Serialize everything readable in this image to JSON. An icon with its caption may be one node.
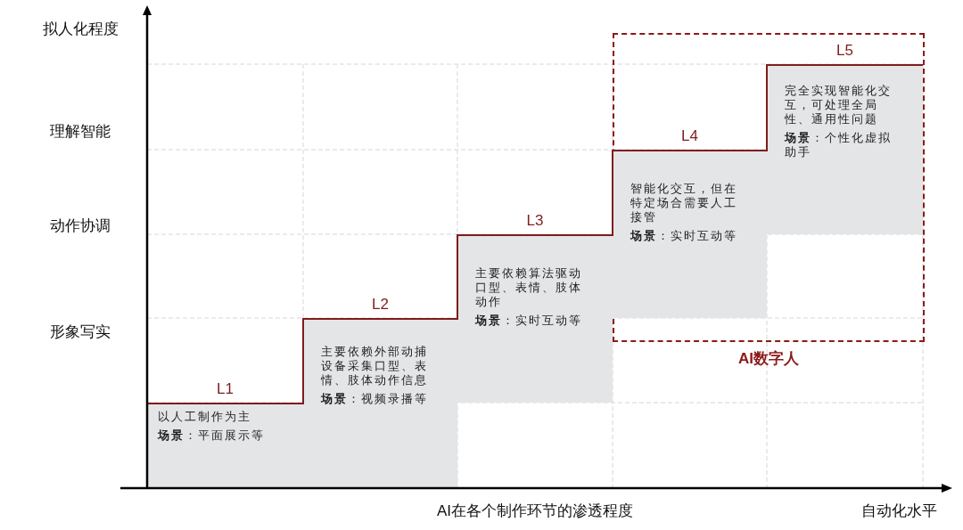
{
  "diagram": {
    "nodes": [
      {
        "text": [
          "L1",
          "以人工制作为主",
          "**场景**：平面展示等"
        ]
      },
      {
        "text": [
          "L2",
          "主要依赖外部动捕设备采集口型、表情、肢体动作信息",
          "**场景**：视频录播等"
        ]
      },
      {
        "text": [
          "L3",
          "主要依赖算法驱动口型、表情、肢体动作",
          "**场景**：实时互动等"
        ]
      },
      {
        "text": [
          "AI数字人"
        ]
      },
      {
        "text": [
          "L4",
          "智能化交互，但在特定场合需要人工接管",
          "**场景**：实时互动等"
        ],
        "in": 3
      },
      {
        "text": [
          "L5",
          "完全实现智能化交互，可处理全局性、通用性问题",
          "**场景**：个性化虚拟助手"
        ],
        "in": 3
      }
    ],
    "labels": [
      "拟人化程度",
      "理解智能",
      "动作协调",
      "形象写实",
      "AI在各个制作环节的渗透程度",
      "自动化水平"
    ]
  }
}
